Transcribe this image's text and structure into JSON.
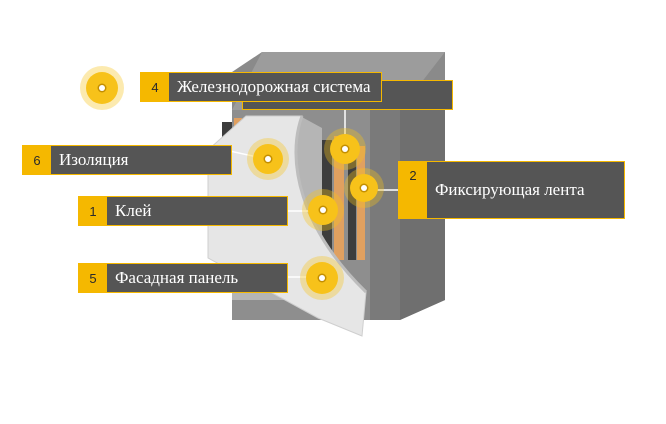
{
  "callouts": [
    {
      "num": "4",
      "label": "Железнодорожная система"
    },
    {
      "num": "6",
      "label": "Изоляция"
    },
    {
      "num": "1",
      "label": "Клей"
    },
    {
      "num": "5",
      "label": "Фасадная панель"
    },
    {
      "num": "2",
      "label": "Фиксирующая лента"
    }
  ],
  "colors": {
    "accent": "#f5b800",
    "label_bg": "#555555",
    "wall": "#8c8c8c",
    "panel": "#e6e6e6",
    "tape": "#e0a060"
  }
}
